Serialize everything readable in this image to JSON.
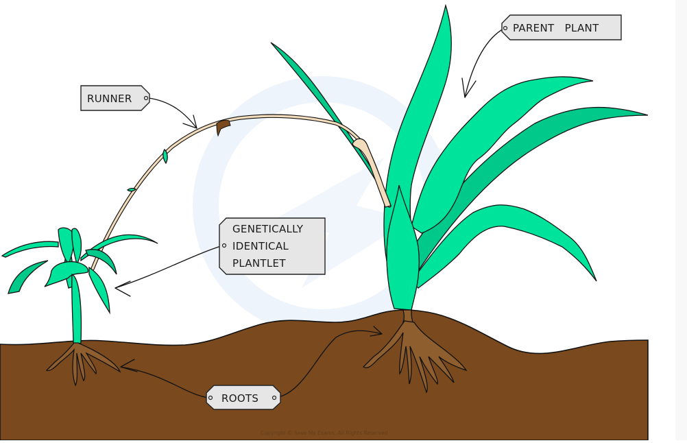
{
  "diagram": {
    "title": "Asexual reproduction in plants via runners",
    "labels": {
      "parent_plant": "PARENT   PLANT",
      "runner": "RUNNER",
      "plantlet": [
        "GENETICALLY",
        "IDENTICAL",
        "PLANTLET"
      ],
      "roots": "ROOTS"
    },
    "copyright": "Copyright © Save My Exams. All Rights Reserved",
    "watermark": "save-my-exams-logo",
    "colors": {
      "leaf_light": "#00e39a",
      "leaf_dark": "#00c98a",
      "soil": "#7a4a1e",
      "root": "#8f5e2e",
      "runner": "#f3dcbc",
      "node": "#7a4a1e",
      "tag_fill": "#e6e6e6",
      "watermark": "#eef4fb"
    }
  }
}
